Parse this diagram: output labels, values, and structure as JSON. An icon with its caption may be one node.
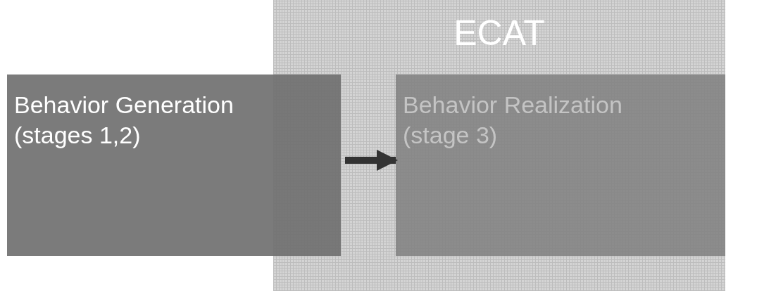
{
  "diagram": {
    "nodes": [
      {
        "text": [
          "ECAT"
        ]
      },
      {
        "text": [
          "Behavior Generation",
          "(stages 1,2)"
        ]
      },
      {
        "text": [
          "Behavior Realization",
          "(stage 3)"
        ],
        "in": 0
      }
    ],
    "edges": [
      {
        "from": 1,
        "to": 2,
        "arrow": "to"
      }
    ]
  }
}
